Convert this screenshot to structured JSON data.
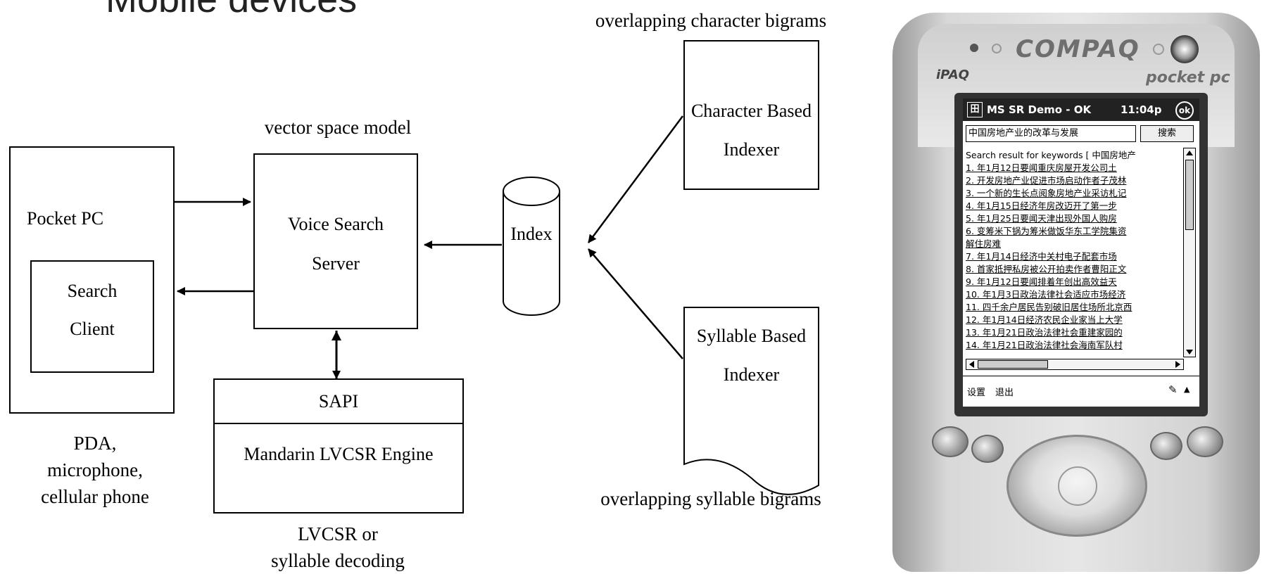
{
  "diagram": {
    "top_left_partial_title": "Mobile devices",
    "pocket_pc": {
      "label": "Pocket PC",
      "client_line1": "Search",
      "client_line2": "Client",
      "caption": [
        "PDA,",
        "microphone,",
        "cellular phone"
      ]
    },
    "server": {
      "line1": "Voice Search",
      "line2": "Server",
      "caption": "vector space model"
    },
    "sapi": {
      "top": "SAPI",
      "bottom": "Mandarin LVCSR Engine",
      "caption": [
        "LVCSR or",
        "syllable decoding"
      ]
    },
    "index": {
      "label": "Index"
    },
    "char_indexer": {
      "line1": "Character Based",
      "line2": "Indexer",
      "caption": "overlapping character bigrams"
    },
    "syll_indexer": {
      "line1": "Syllable Based",
      "line2": "Indexer",
      "caption": "overlapping syllable bigrams"
    }
  },
  "device": {
    "brand": "COMPAQ",
    "ipaq": "iPAQ",
    "platform": "pocket pc",
    "app_title": "MS SR Demo - OK",
    "time": "11:04p",
    "ok": "ok",
    "query": "中国房地产业的改革与发展",
    "search_button": "搜索",
    "results": [
      "Search result for keywords [ 中国房地产",
      "1. 年1月12日要闻重庆房屋开发公司土",
      "2. 开发房地产业促进市场启动作者子茂林",
      "3. 一个新的生长点阅象房地产业采访札记",
      "4. 年1月15日经济年房改迈开了第一步",
      "5. 年1月25日要闻天津出现外国人购房",
      "6. 变筹米下锅为筹米做饭华东工学院集资",
      "解住房难",
      "7. 年1月14日经济中关村电子配套市场",
      "8. 首家抵押私房被公开拍卖作者曹阳正文",
      "9. 年1月12日要闻排着年创出高效益天",
      "10. 年1月3日政治法律社会适应市场经济",
      "11. 四千余户居民告别破旧居住场所北京西",
      "12. 年1月14日经济农民企业家当上大学",
      "13. 年1月21日政治法律社会重建家园的",
      "14. 年1月21日政治法律社会海南军队村"
    ],
    "menu_settings": "设置",
    "menu_exit": "退出"
  }
}
